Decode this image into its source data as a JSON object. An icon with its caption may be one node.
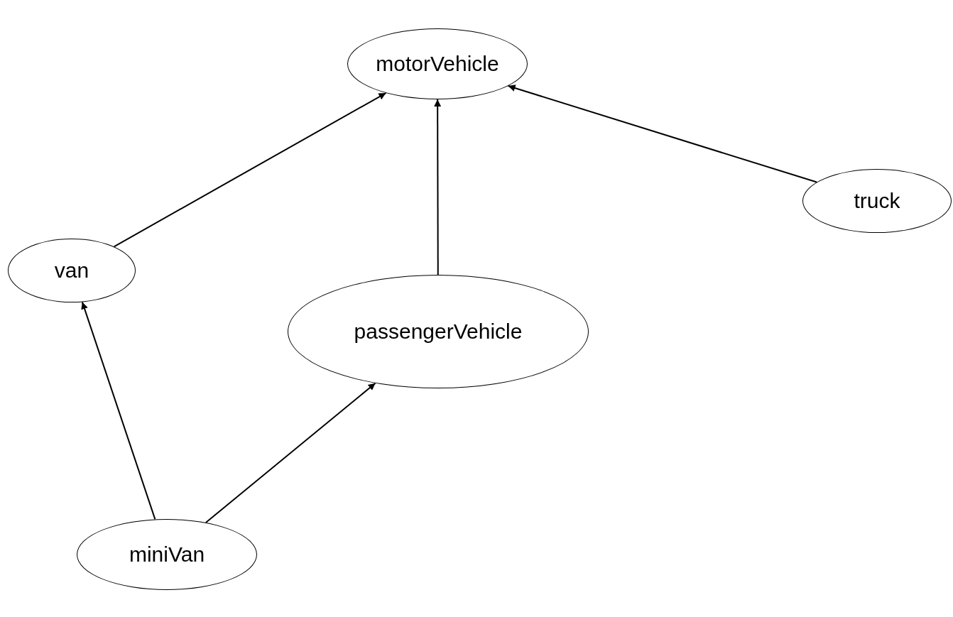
{
  "diagram": {
    "nodes": [
      {
        "text": [
          "motorVehicle"
        ]
      },
      {
        "text": [
          "van"
        ]
      },
      {
        "text": [
          "truck"
        ]
      },
      {
        "text": [
          "passengerVehicle"
        ]
      },
      {
        "text": [
          "miniVan"
        ]
      }
    ],
    "edges": [
      {
        "from": 1,
        "to": 0,
        "arrow": "to"
      },
      {
        "from": 3,
        "to": 0,
        "arrow": "to"
      },
      {
        "from": 2,
        "to": 0,
        "arrow": "to"
      },
      {
        "from": 4,
        "to": 1,
        "arrow": "to"
      },
      {
        "from": 4,
        "to": 3,
        "arrow": "to"
      }
    ]
  }
}
